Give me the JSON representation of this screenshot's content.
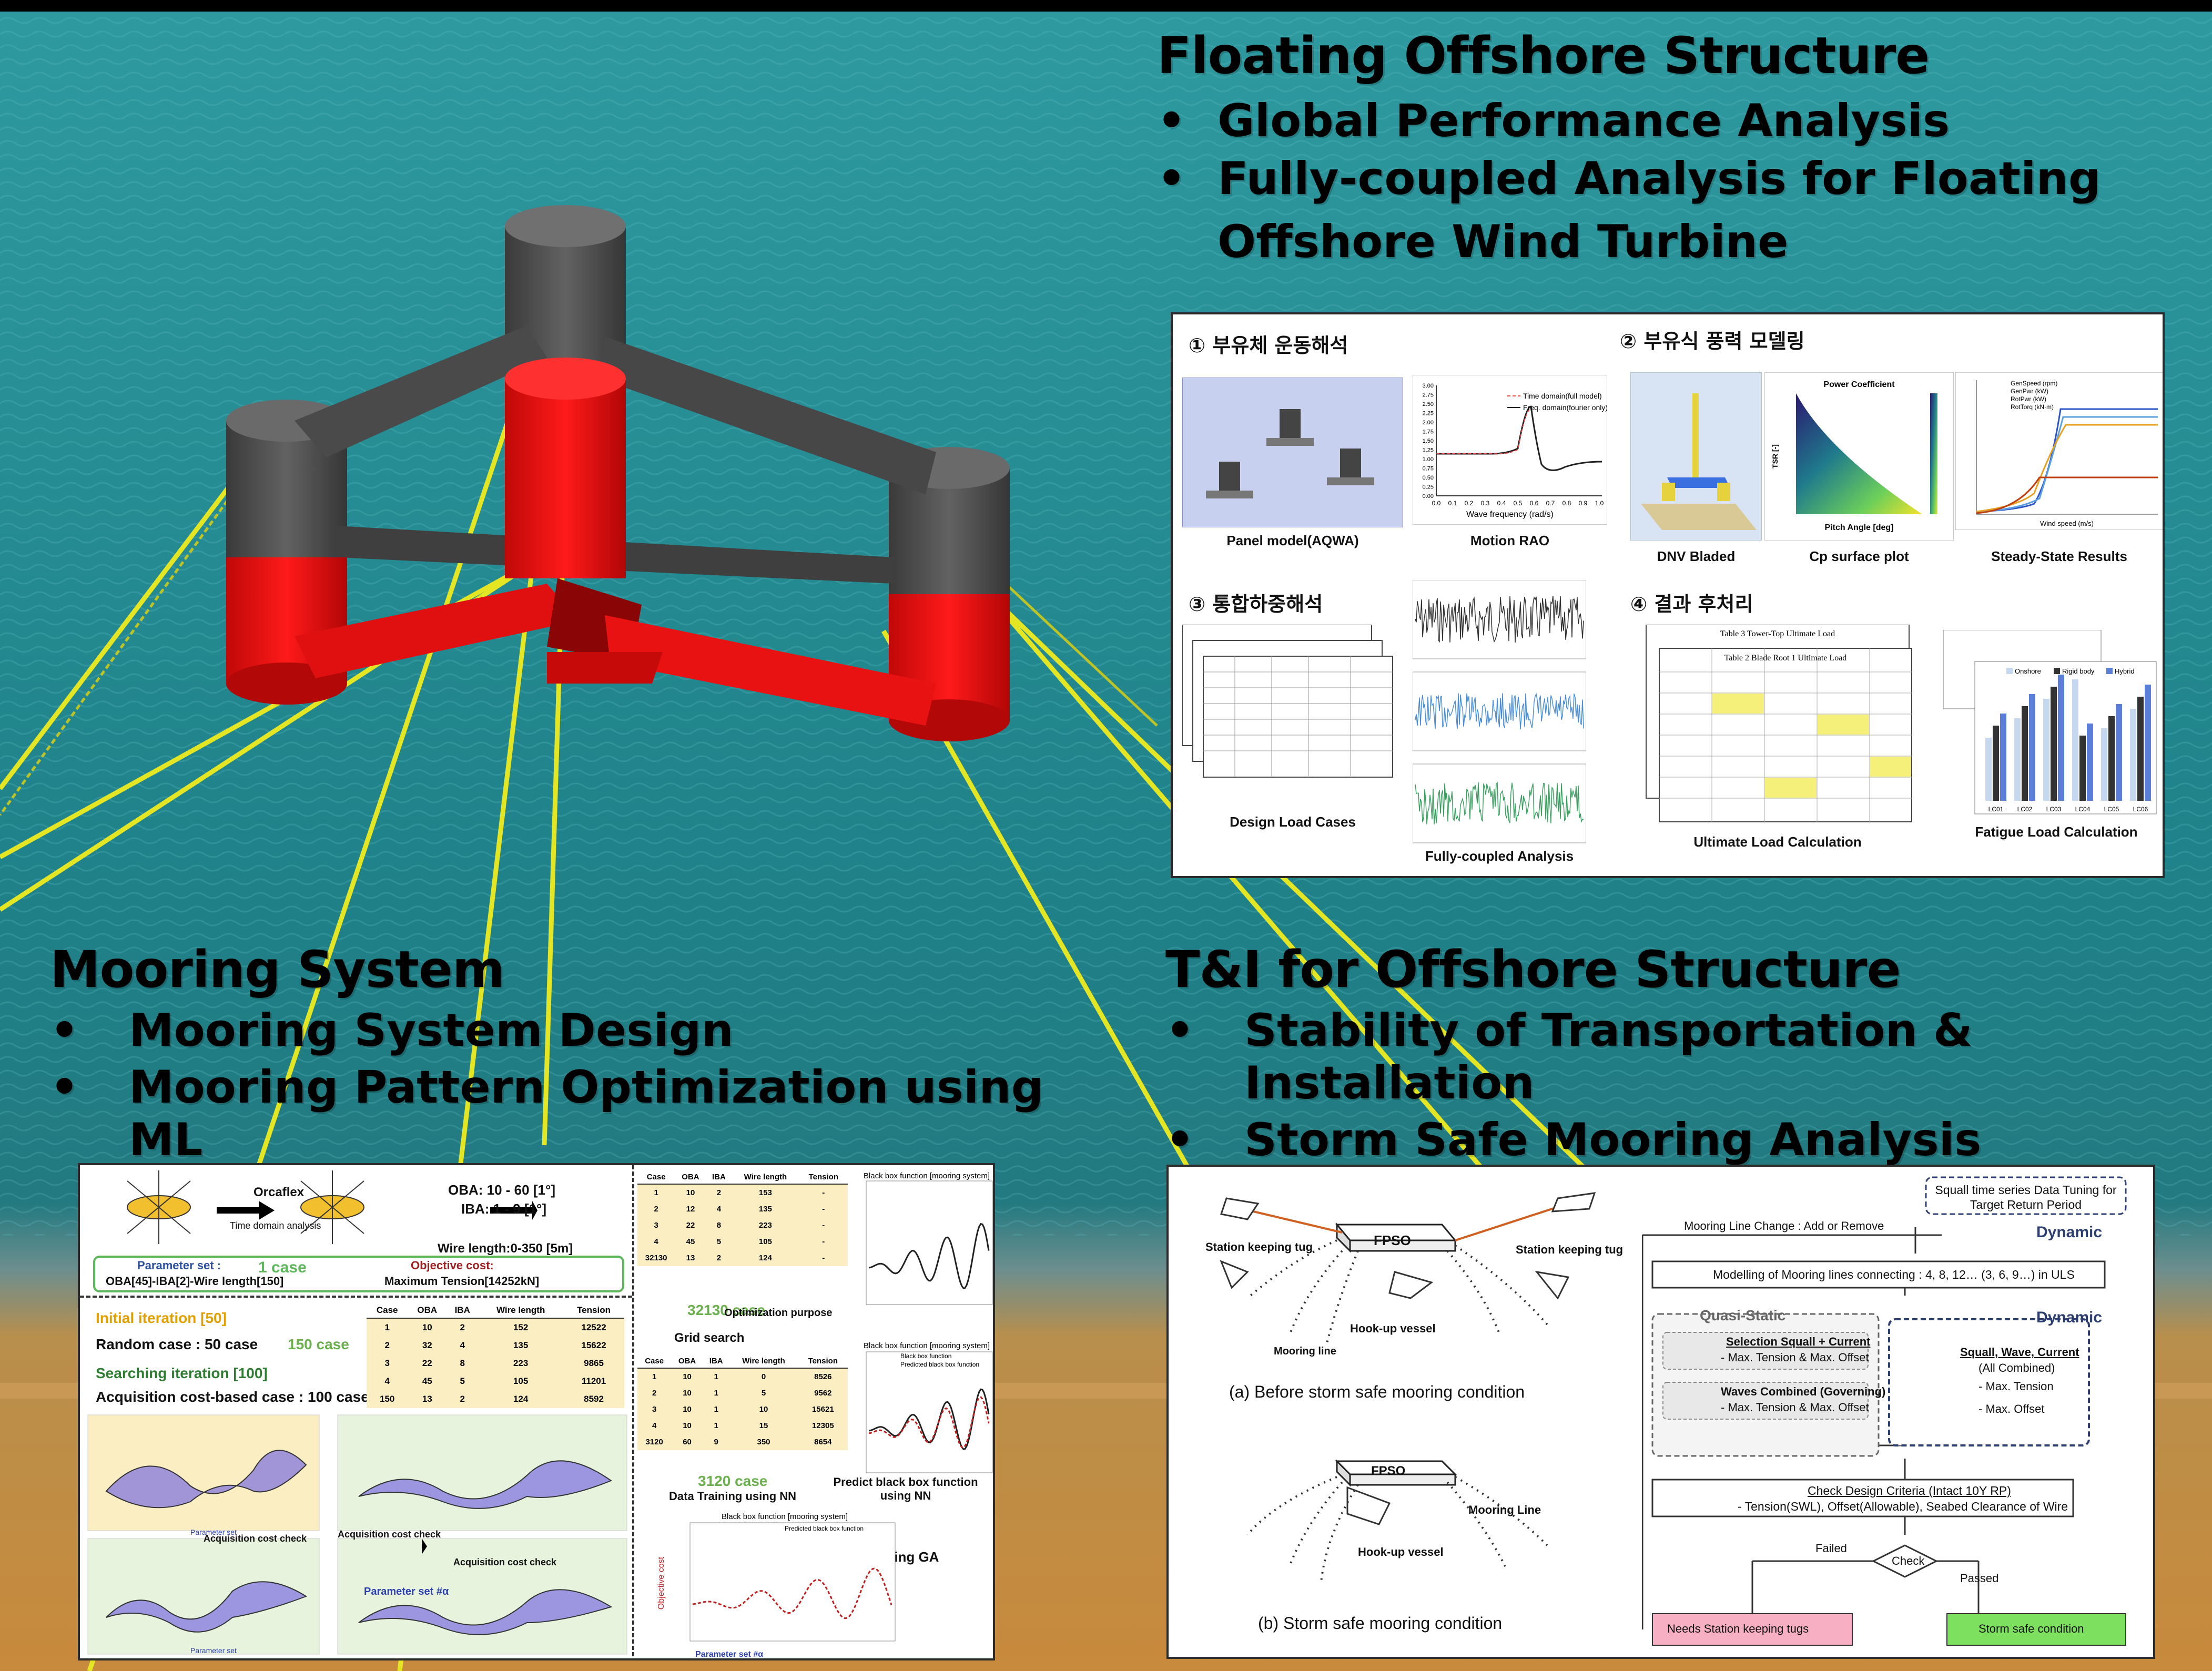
{
  "sections": {
    "floating": {
      "title": "Floating Offshore Structure",
      "bullets": [
        "Global Performance Analysis",
        "Fully-coupled Analysis for Floating Offshore Wind Turbine"
      ],
      "bullet_mark": "•",
      "panel": {
        "step1": "① 부유체 운동해석",
        "step2": "② 부유식 풍력 모델링",
        "step3": "③ 통합하중해석",
        "step4": "④ 결과 후처리",
        "captions": [
          "Panel model(AQWA)",
          "Motion RAO",
          "DNV Bladed",
          "Cp surface plot",
          "Steady-State Results",
          "Design Load Cases",
          "Fully-coupled Analysis",
          "Ultimate Load Calculation",
          "Fatigue Load Calculation"
        ],
        "rao_legend": [
          "Time domain(full model)",
          "Freq. domain(fourier only)"
        ],
        "rao_xlabel": "Wave frequency (rad/s)",
        "rao_xticks": [
          "0.0",
          "0.1",
          "0.2",
          "0.3",
          "0.4",
          "0.5",
          "0.6",
          "0.7",
          "0.8",
          "0.9",
          "1.0"
        ],
        "rao_yticks": [
          "0.00",
          "0.25",
          "0.50",
          "0.75",
          "1.00",
          "1.25",
          "1.50",
          "1.75",
          "2.00",
          "2.25",
          "2.50",
          "2.75",
          "3.00"
        ],
        "cp_title": "Power Coefficient",
        "cp_xlabel": "Pitch Angle [deg]",
        "cp_ylabel": "TSR [-]",
        "steady_legend": [
          "GenSpeed (rpm)",
          "GenPwr (kW)",
          "RotPwr (kW)",
          "RotTorq (kN·m)"
        ],
        "steady_xlabel": "Wind speed (m/s)",
        "fatigue_legend": [
          "Onshore",
          "Rigid body",
          "Hybrid"
        ],
        "fatigue_x": [
          "LC01",
          "LC02",
          "LC03",
          "LC04",
          "LC05",
          "LC06"
        ],
        "table_titles": [
          "Table 3 Tower-Top Ultimate Load",
          "Table 2 Blade Root 1 Ultimate Load"
        ]
      }
    },
    "mooring": {
      "title": "Mooring System",
      "bullets": [
        "Mooring System Design",
        "Mooring Pattern Optimization using ML"
      ],
      "panel": {
        "orcaflex": "Orcaflex",
        "time_domain": "Time domain analysis",
        "oba_range": "OBA: 10 - 60 [1°]",
        "iba_range": "IBA: 1 - 9 [1°]",
        "wire_range": "Wire length:0-350 [5m]",
        "one_case": "1 case",
        "param_label": "Parameter set :",
        "param_value": "OBA[45]-IBA[2]-Wire length[150]",
        "obj_label": "Objective cost:",
        "obj_value": "Maximum Tension[14252kN]",
        "initial": "Initial iteration [50]",
        "random": "Random case : 50 case",
        "case150": "150 case",
        "searching": "Searching iteration [100]",
        "acq": "Acquisition cost-based case : 100 case",
        "acq_check": "Acquisition cost check",
        "param_alpha": "Parameter set #α",
        "param_set": "Parameter set",
        "obj_cost": "Objective cost",
        "bb_title": "Black box function [mooring system]",
        "bb_legend": [
          "Black box function",
          "Predicted black box function"
        ],
        "opt_purpose": "Optimization purpose",
        "case32130": "32130 case",
        "grid": "Grid search",
        "case3120": "3120 case",
        "data_training": "Data Training using NN",
        "predict": "Predict black box function using NN",
        "using_ga": "Using GA",
        "table_head": [
          "Case",
          "OBA",
          "IBA",
          "Wire length",
          "Tension"
        ],
        "tableA": [
          [
            "1",
            "10",
            "2",
            "153",
            "-"
          ],
          [
            "2",
            "12",
            "4",
            "135",
            "-"
          ],
          [
            "3",
            "22",
            "8",
            "223",
            "-"
          ],
          [
            "4",
            "45",
            "5",
            "105",
            "-"
          ],
          [
            "32130",
            "13",
            "2",
            "124",
            "-"
          ]
        ],
        "tableB": [
          [
            "1",
            "10",
            "2",
            "152",
            "12522"
          ],
          [
            "2",
            "32",
            "4",
            "135",
            "15622"
          ],
          [
            "3",
            "22",
            "8",
            "223",
            "9865"
          ],
          [
            "4",
            "45",
            "5",
            "105",
            "11201"
          ],
          [
            "150",
            "13",
            "2",
            "124",
            "8592"
          ]
        ],
        "tableC": [
          [
            "1",
            "10",
            "1",
            "0",
            "8526"
          ],
          [
            "2",
            "10",
            "1",
            "5",
            "9562"
          ],
          [
            "3",
            "10",
            "1",
            "10",
            "15621"
          ],
          [
            "4",
            "10",
            "1",
            "15",
            "12305"
          ],
          [
            "3120",
            "60",
            "9",
            "350",
            "8654"
          ]
        ]
      }
    },
    "ti": {
      "title": "T&I for Offshore Structure",
      "bullets": [
        "Stability of Transportation & Installation",
        "Storm Safe Mooring Analysis"
      ],
      "panel": {
        "fpso": "FPSO",
        "tug": "Station keeping tug",
        "hookup": "Hook-up vessel",
        "mooring_line": "Mooring line",
        "mooring_line2": "Mooring Line",
        "caption_a": "(a) Before storm safe mooring condition",
        "caption_b": "(b) Storm safe mooring condition",
        "squall_box": "Squall time series Data Tuning for Target Return Period",
        "line_change": "Mooring Line Change : Add or Remove",
        "dynamic": "Dynamic",
        "modelling": "Modelling of Mooring lines connecting : 4, 8, 12… (3, 6, 9…) in ULS",
        "quasi": "Quasi-Static",
        "sel_squall": "Selection Squall + Current",
        "sel_squall_sub": "- Max. Tension & Max. Offset",
        "waves": "Waves Combined (Governing)",
        "waves_sub": "- Max. Tension & Max. Offset",
        "squall_wave": "Squall, Wave, Current",
        "all_comb": "(All Combined)",
        "max_tension": "- Max. Tension",
        "max_offset": "- Max. Offset",
        "check_design": "Check Design Criteria (Intact 10Y RP)",
        "check_design_sub": "- Tension(SWL), Offset(Allowable), Seabed Clearance of Wire",
        "failed": "Failed",
        "check": "Check",
        "passed": "Passed",
        "needs_tugs": "Needs Station keeping tugs",
        "storm_safe": "Storm safe condition"
      }
    }
  },
  "colors": {
    "sea": "#2a8d93",
    "sand": "#c88d3e",
    "hull_red": "#e81010",
    "column_grey": "#4a4a4a",
    "line_yellow": "#e4e624",
    "green_box": "#7ee05f",
    "pink_box": "#f7b0c3"
  }
}
